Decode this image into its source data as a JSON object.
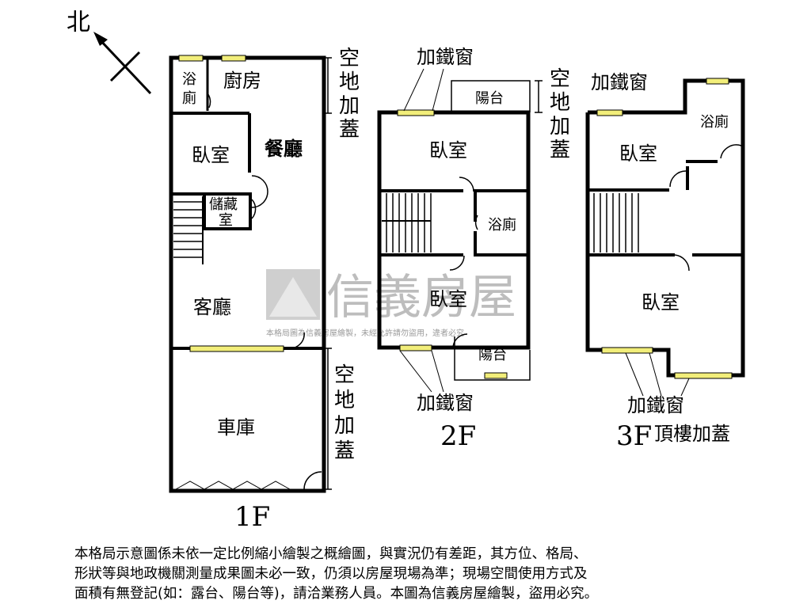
{
  "compass": {
    "label": "北"
  },
  "floors": {
    "f1": {
      "label": "1F",
      "rooms": {
        "bath_line1": "浴",
        "bath_line2": "廁",
        "kitchen": "廚房",
        "bedroom": "臥室",
        "dining": "餐廳",
        "storage_line1": "儲藏",
        "storage_line2": "室",
        "living": "客廳",
        "garage": "車庫"
      },
      "notes": {
        "top_extension": [
          "空",
          "地",
          "加",
          "蓋"
        ],
        "bottom_extension": [
          "空",
          "地",
          "加",
          "蓋"
        ]
      }
    },
    "f2": {
      "label": "2F",
      "rooms": {
        "balcony_top": "陽台",
        "bedroom_top": "臥室",
        "bath": "浴廁",
        "bedroom_bottom": "臥室",
        "balcony_bottom": "陽台"
      },
      "notes": {
        "iron_window_top": "加鐵窗",
        "iron_window_bottom": "加鐵窗",
        "side_extension": [
          "空",
          "地",
          "加",
          "蓋"
        ]
      }
    },
    "f3": {
      "label": "3F",
      "sublabel": "頂樓加蓋",
      "rooms": {
        "bath": "浴廁",
        "bedroom_top": "臥室",
        "bedroom_bottom": "臥室"
      },
      "notes": {
        "iron_window_top": "加鐵窗",
        "iron_window_bottom": "加鐵窗"
      }
    }
  },
  "watermark": {
    "brand": "信義房屋",
    "notice": "本格局圖為信義房屋繪製，未經允許請勿盜用，違者必究"
  },
  "disclaimer": {
    "lines": [
      "本格局示意圖係未依一定比例縮小繪製之概繪圖，與實況仍有差距，其方位、格局、",
      "形狀等與地政機關測量成果圖未必一致，仍須以房屋現場為準；現場空間使用方式及",
      "面積有無登記(如：露台、陽台等)，請洽業務人員。本圖為信義房屋繪製，盜用必究。"
    ]
  },
  "colors": {
    "window": "#f2ee7a",
    "wall": "#000000",
    "watermark": "#bdbdbd"
  }
}
